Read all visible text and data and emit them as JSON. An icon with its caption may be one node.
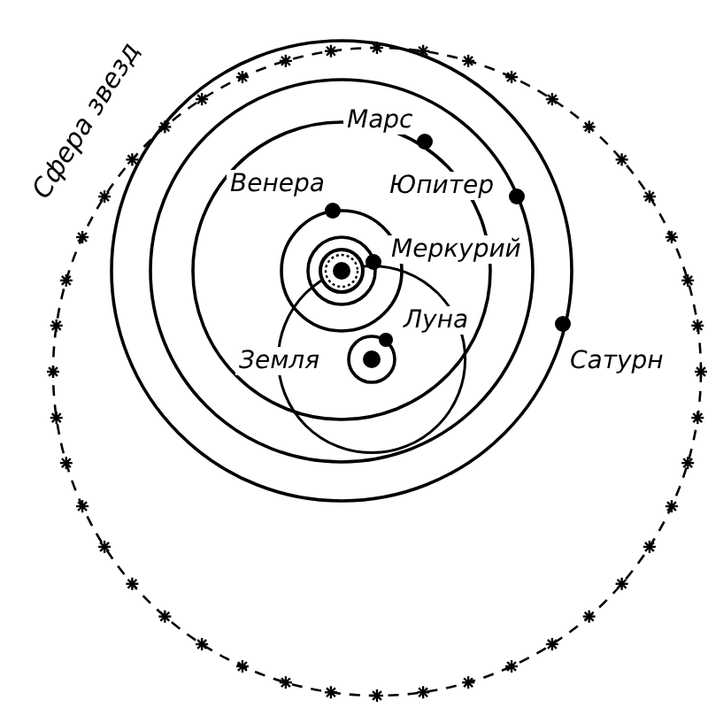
{
  "diagram": {
    "labels": [
      "Сфера звезд",
      "Марс",
      "Венера",
      "Юпитер",
      "Меркурий",
      "Луна",
      "Земля",
      "Сатурн"
    ]
  }
}
